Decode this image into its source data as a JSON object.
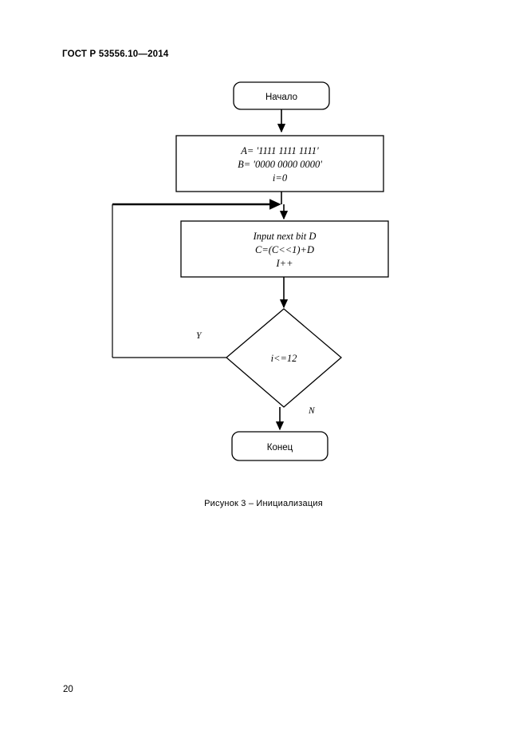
{
  "document": {
    "header": "ГОСТ Р 53556.10—2014",
    "page_number": "20",
    "figure_caption": "Рисунок 3 – Инициализация"
  },
  "figure": {
    "title": "Рисунок 3 – Инициализация",
    "type": "flowchart",
    "nodes": [
      {
        "id": "start",
        "shape": "rounded-rectangle",
        "lines": [
          "Начало"
        ]
      },
      {
        "id": "init",
        "shape": "rectangle",
        "lines": [
          "A= '1111 1111 1111'",
          "B= '0000 0000 0000'",
          "i=0"
        ]
      },
      {
        "id": "process",
        "shape": "rectangle",
        "lines": [
          "Input next bit D",
          "C=(C<<1)+D",
          "I++"
        ]
      },
      {
        "id": "decision",
        "shape": "diamond",
        "lines": [
          "i<=12"
        ]
      },
      {
        "id": "end",
        "shape": "rounded-rectangle",
        "lines": [
          "Конец"
        ]
      }
    ],
    "edges": [
      {
        "from": "start",
        "to": "init",
        "label": ""
      },
      {
        "from": "init",
        "to": "process",
        "label": ""
      },
      {
        "from": "process",
        "to": "decision",
        "label": ""
      },
      {
        "from": "decision",
        "to": "process",
        "label": "Y"
      },
      {
        "from": "decision",
        "to": "end",
        "label": "N"
      }
    ],
    "branch_labels": {
      "yes": "Y",
      "no": "N"
    },
    "colors": {
      "stroke": "#000000",
      "fill": "#ffffff",
      "text": "#000000"
    }
  }
}
